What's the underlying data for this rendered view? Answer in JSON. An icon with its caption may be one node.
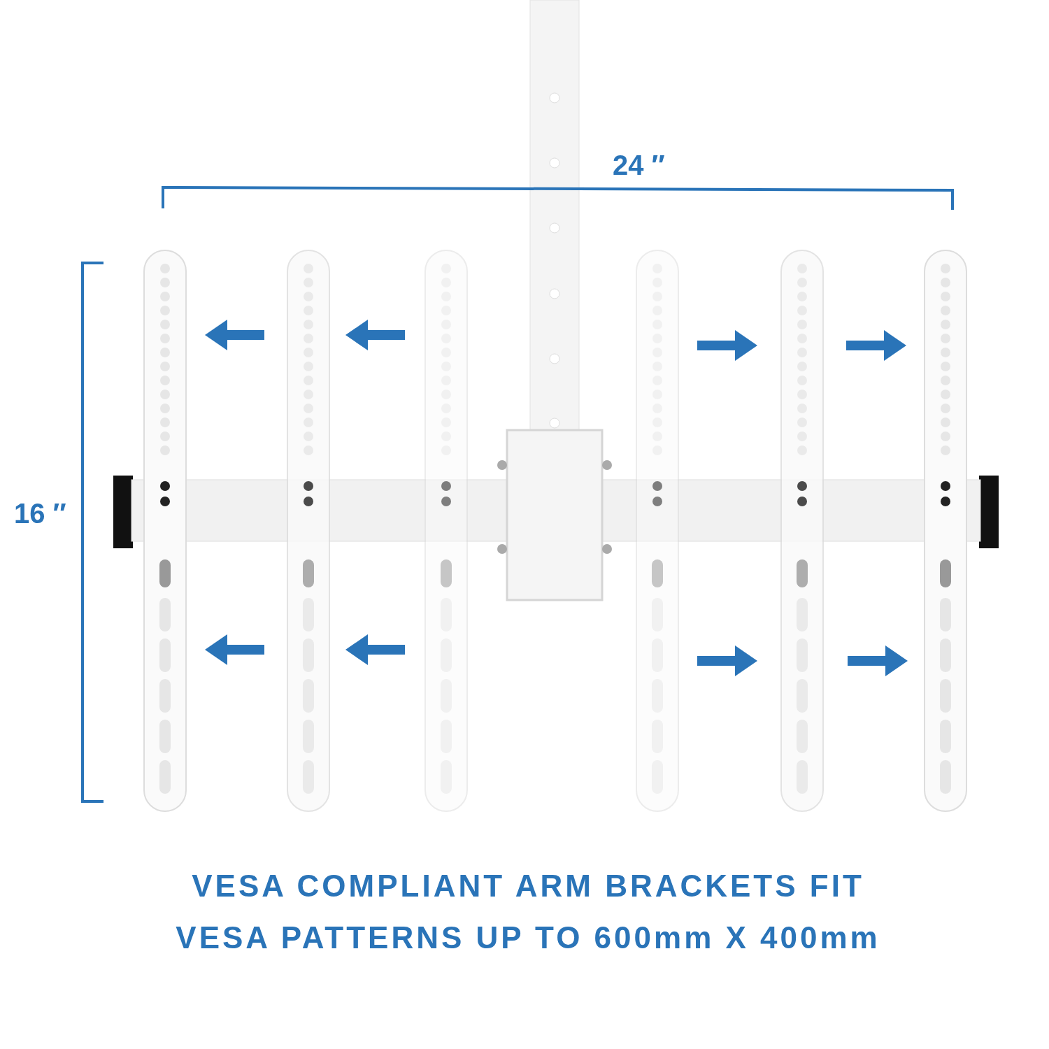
{
  "diagram": {
    "caption": "VESA COMPLIANT ARM BRACKETS FIT VESA PATTERNS UP TO 600mm X 400mm",
    "labels": [
      "24 ″",
      "16 ″"
    ]
  }
}
